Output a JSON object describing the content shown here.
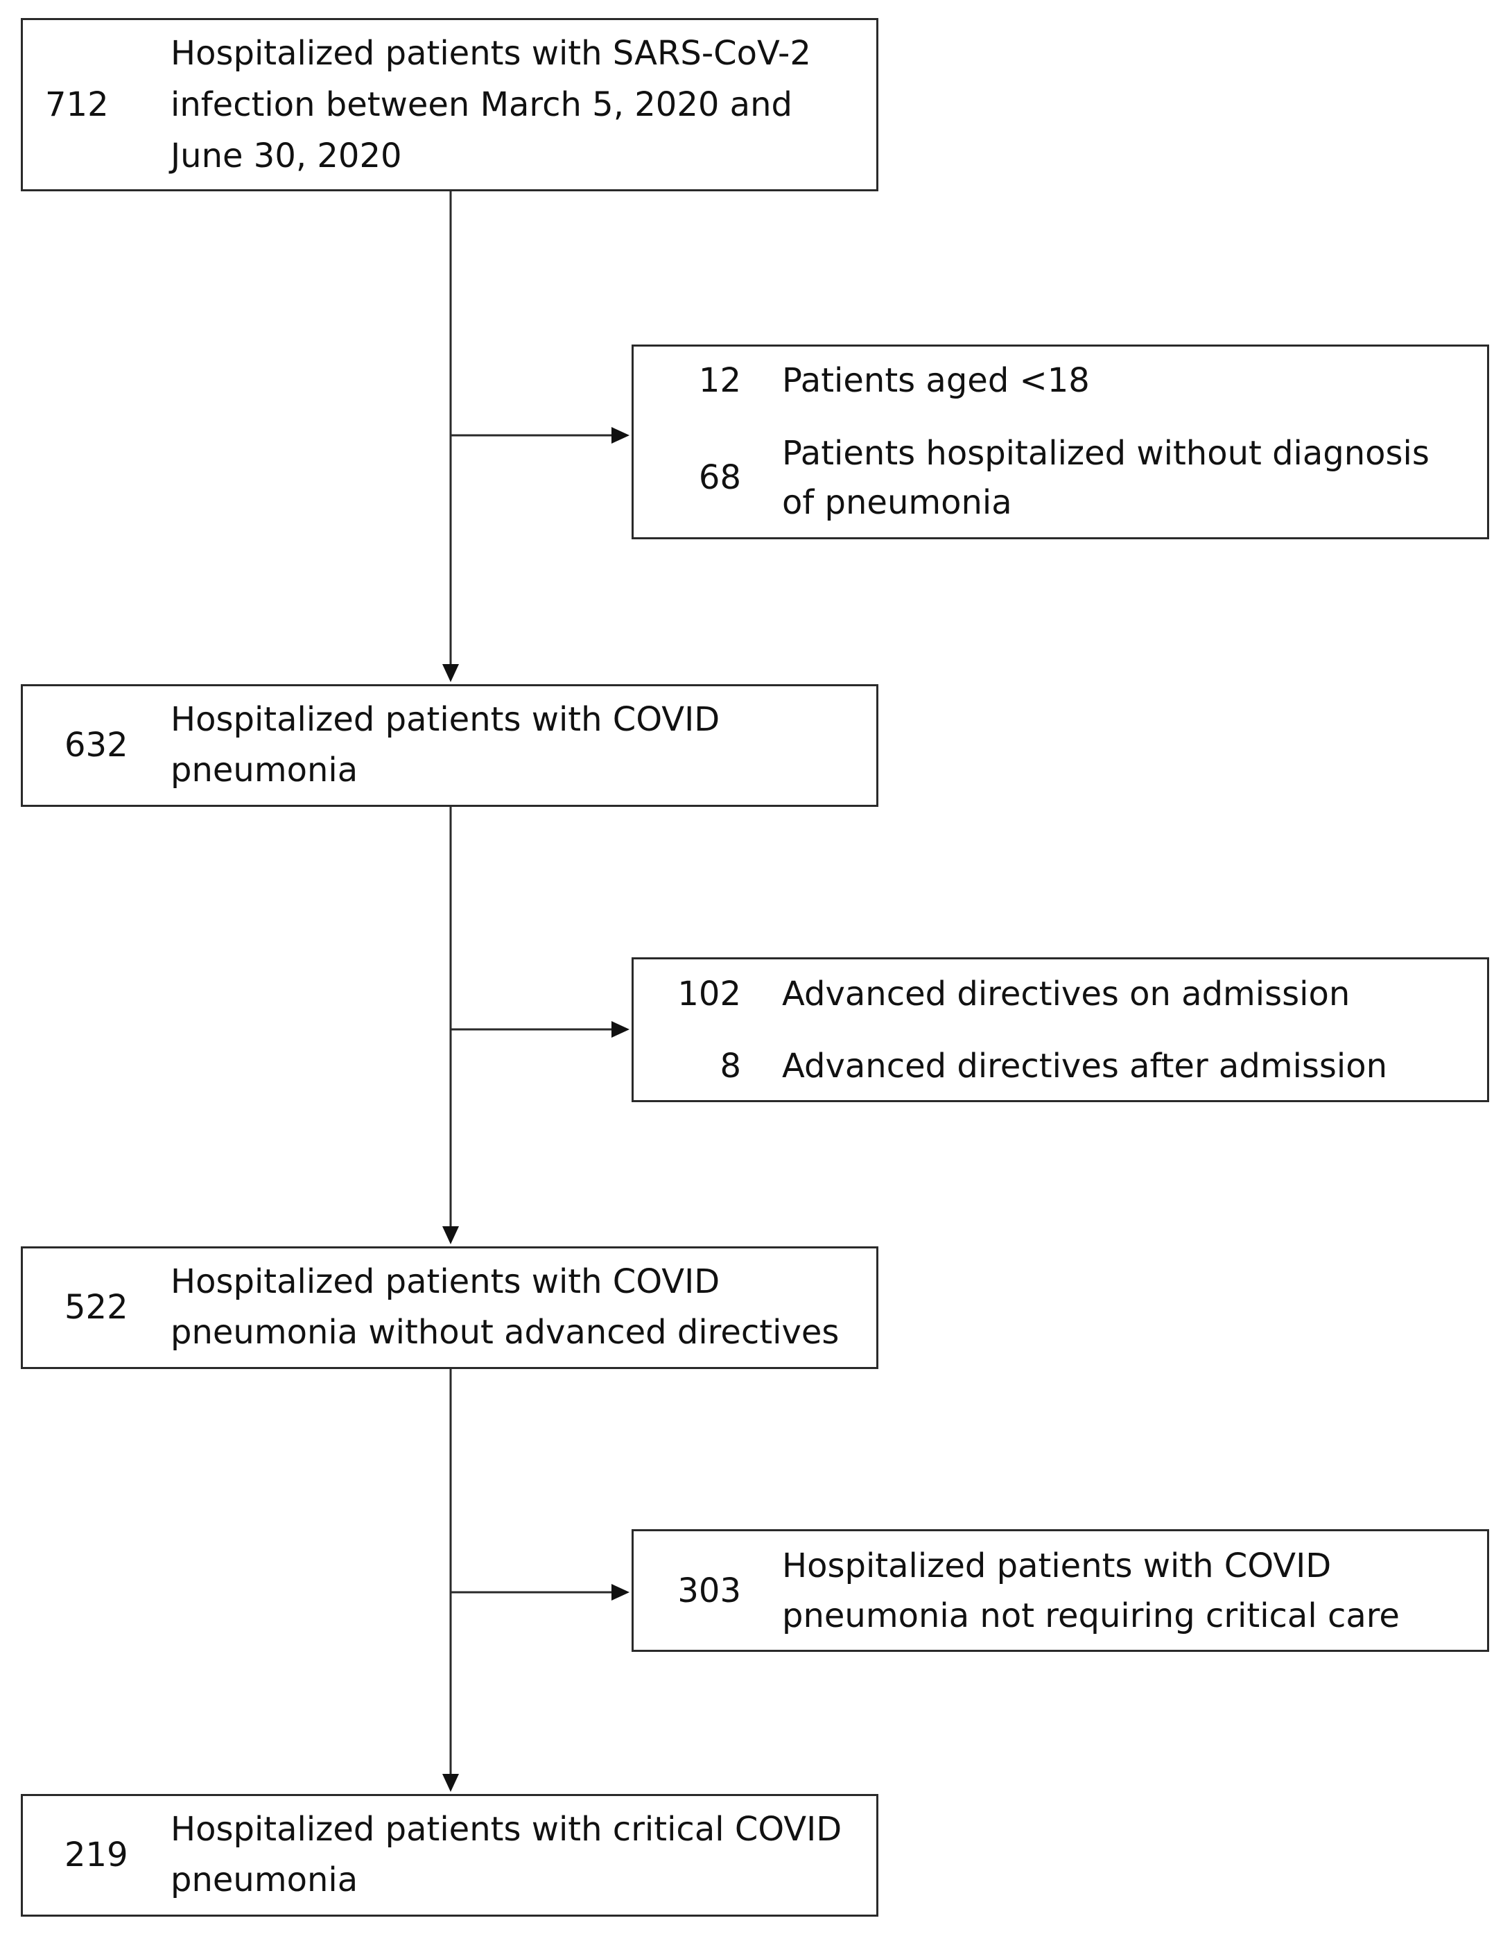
{
  "boxes": [
    {
      "count": "712",
      "lines": [
        "Hospitalized patients with SARS-CoV-2",
        "infection between March 5, 2020 and",
        "June 30, 2020"
      ]
    },
    {
      "count": "632",
      "lines": [
        "Hospitalized patients with COVID",
        "pneumonia"
      ]
    },
    {
      "count": "522",
      "lines": [
        "Hospitalized patients with COVID",
        "pneumonia without advanced directives"
      ]
    },
    {
      "count": "219",
      "lines": [
        "Hospitalized patients with critical COVID",
        "pneumonia"
      ]
    }
  ],
  "exclusions": [
    {
      "items": [
        {
          "count": "12",
          "lines": [
            "Patients aged <18"
          ]
        },
        {
          "count": "68",
          "lines": [
            "Patients hospitalized without diagnosis",
            "of pneumonia"
          ]
        }
      ]
    },
    {
      "items": [
        {
          "count": "102",
          "lines": [
            "Advanced directives on admission"
          ]
        },
        {
          "count": "8",
          "lines": [
            "Advanced directives after admission"
          ]
        }
      ]
    },
    {
      "items": [
        {
          "count": "303",
          "lines": [
            "Hospitalized patients with COVID",
            "pneumonia not requiring critical care"
          ]
        }
      ]
    }
  ]
}
